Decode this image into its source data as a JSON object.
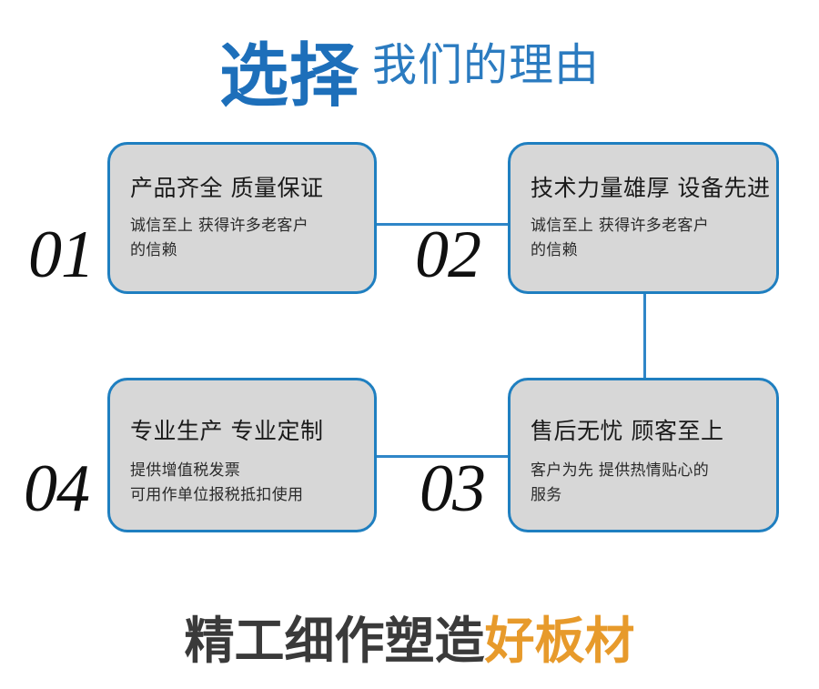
{
  "header": {
    "title_strong": "选择",
    "title_light": "我们的理由"
  },
  "cards": [
    {
      "index": "01",
      "heading": "产品齐全 质量保证",
      "body_line1": "诚信至上 获得许多老客户",
      "body_line2": "的信赖"
    },
    {
      "index": "02",
      "heading": "技术力量雄厚 设备先进",
      "body_line1": "诚信至上 获得许多老客户",
      "body_line2": "的信赖"
    },
    {
      "index": "03",
      "heading": "售后无忧 顾客至上",
      "body_line1": "客户为先 提供热情贴心的",
      "body_line2": "服务"
    },
    {
      "index": "04",
      "heading": "专业生产 专业定制",
      "body_line1": "提供增值税发票",
      "body_line2": "可用作单位报税抵扣使用"
    }
  ],
  "footer": {
    "text_dark": "精工细作塑造",
    "text_accent": "好板材"
  },
  "colors": {
    "title_blue": "#1d6fba",
    "card_border_blue": "#1f7fc0",
    "connector_blue": "#2f86c8",
    "card_fill_gray": "#d7d7d7",
    "footer_dark": "#3a3a3a",
    "footer_orange": "#e79a2b",
    "background": "#ffffff"
  }
}
